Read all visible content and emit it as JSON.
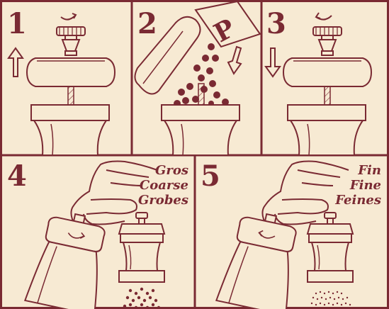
{
  "steps": [
    {
      "number": "1",
      "icon": "arrow-up-icon"
    },
    {
      "number": "2",
      "icon": "arrow-down-icon",
      "sachet_letter": "P"
    },
    {
      "number": "3",
      "icon": "arrow-down-icon"
    },
    {
      "number": "4",
      "labels": [
        "Gros",
        "Coarse",
        "Grobes"
      ]
    },
    {
      "number": "5",
      "labels": [
        "Fin",
        "Fine",
        "Feines"
      ]
    }
  ],
  "colors": {
    "background": "#f7ead3",
    "ink": "#7a2a33"
  }
}
